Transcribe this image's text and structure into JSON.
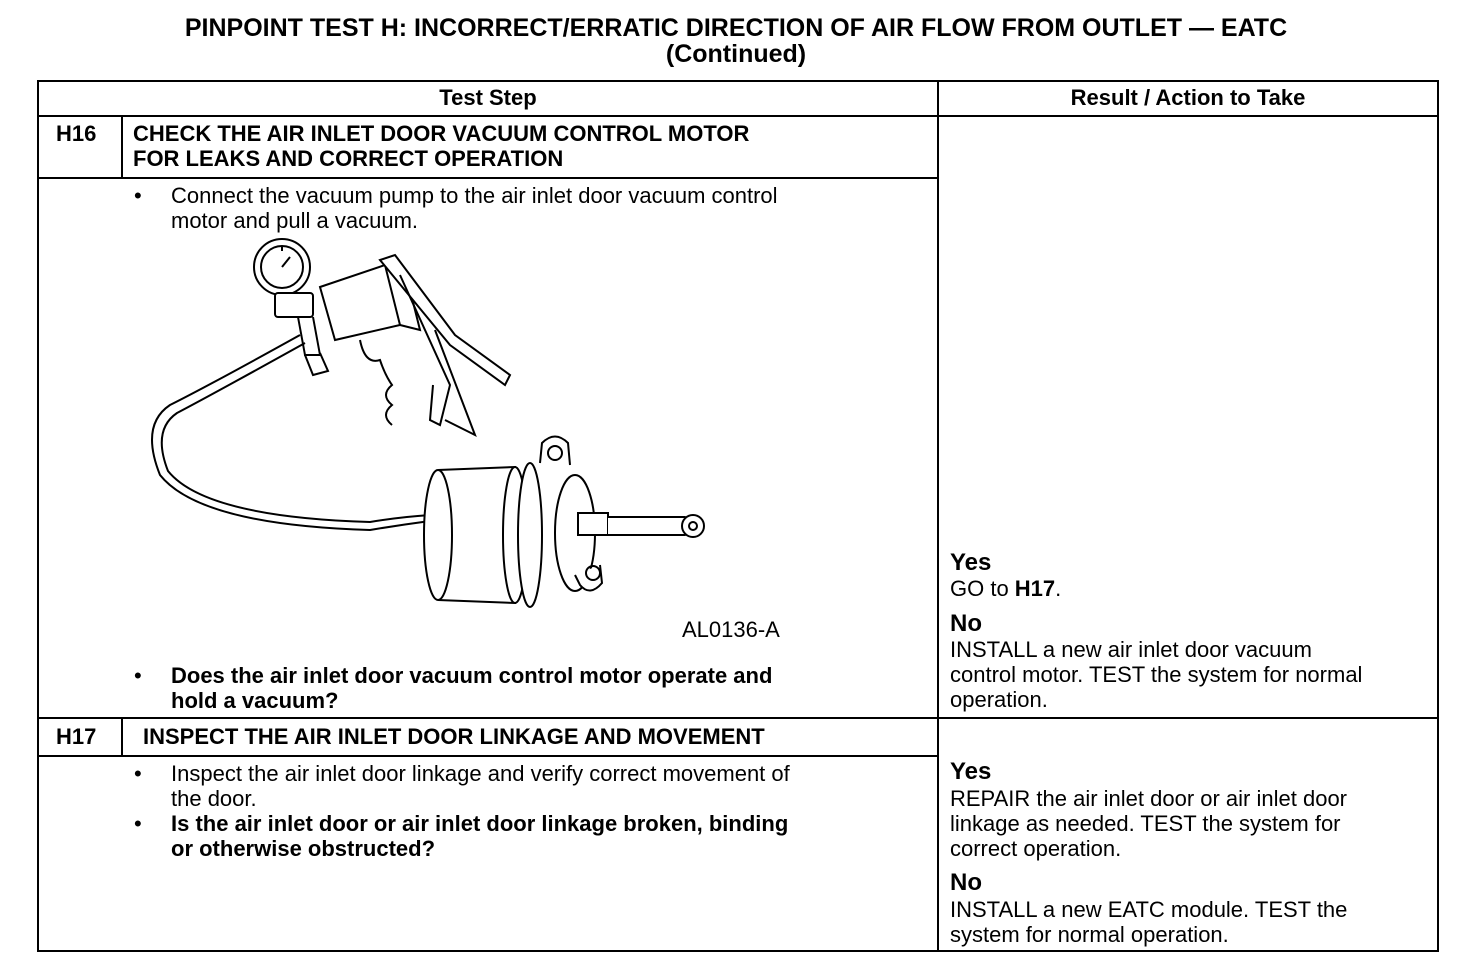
{
  "title": {
    "line1": "PINPOINT TEST  H: INCORRECT/ERRATIC DIRECTION OF AIR FLOW FROM OUTLET — EATC",
    "line2": "(Continued)"
  },
  "header": {
    "test_step": "Test Step",
    "result_action": "Result / Action to Take"
  },
  "h16": {
    "id": "H16",
    "heading_line1": "CHECK THE AIR INLET DOOR VACUUM CONTROL MOTOR",
    "heading_line2": "FOR LEAKS AND CORRECT OPERATION",
    "bullet1_line1": "Connect the vacuum pump to the air inlet door vacuum control",
    "bullet1_line2": "motor and pull a vacuum.",
    "figure_label": "AL0136-A",
    "question_line1": "Does the air inlet door vacuum control motor operate and",
    "question_line2": "hold a vacuum?",
    "yes_label": "Yes",
    "yes_text_prefix": "GO to ",
    "yes_text_ref": "H17",
    "yes_text_suffix": ".",
    "no_label": "No",
    "no_line1": "INSTALL a new air inlet door vacuum",
    "no_line2": "control motor. TEST the system for normal",
    "no_line3": "operation."
  },
  "h17": {
    "id": "H17",
    "heading": "INSPECT THE AIR INLET DOOR LINKAGE AND MOVEMENT",
    "bullet1_line1": "Inspect the air inlet door linkage and verify correct movement of",
    "bullet1_line2": "the door.",
    "question_line1": "Is the air inlet door or air inlet door linkage broken, binding",
    "question_line2": "or otherwise obstructed?",
    "yes_label": "Yes",
    "yes_line1": "REPAIR the air inlet door or air inlet door",
    "yes_line2": "linkage as needed. TEST the system for",
    "yes_line3": "correct operation.",
    "no_label": "No",
    "no_line1": "INSTALL a new EATC module. TEST the",
    "no_line2": "system for normal operation."
  },
  "bullet_char": "•"
}
